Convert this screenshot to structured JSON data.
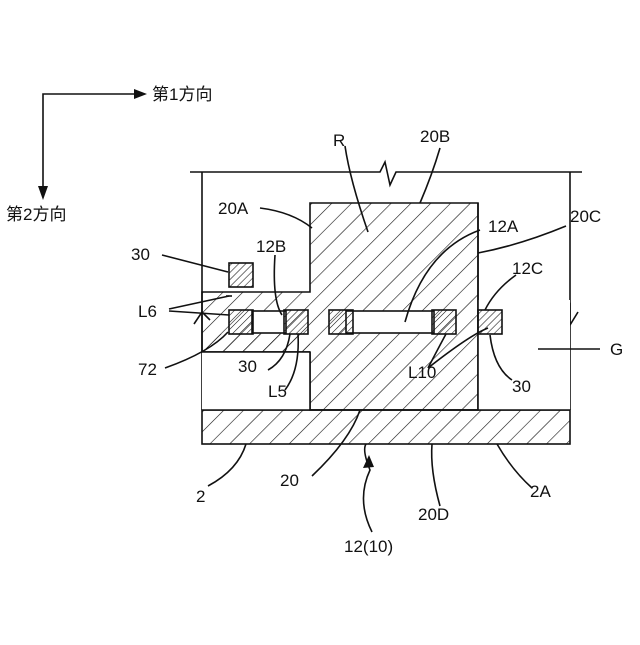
{
  "direction_labels": {
    "first": "第1方向",
    "second": "第2方向"
  },
  "labels": {
    "R": "R",
    "20B": "20B",
    "20A": "20A",
    "12A": "12A",
    "20C": "20C",
    "12B": "12B",
    "12C": "12C",
    "30_top": "30",
    "L6": "L6",
    "G": "G",
    "72": "72",
    "30_left": "30",
    "L10": "L10",
    "30_right": "30",
    "L5": "L5",
    "2": "2",
    "20": "20",
    "20D": "20D",
    "2A": "2A",
    "12_10": "12(10)"
  }
}
